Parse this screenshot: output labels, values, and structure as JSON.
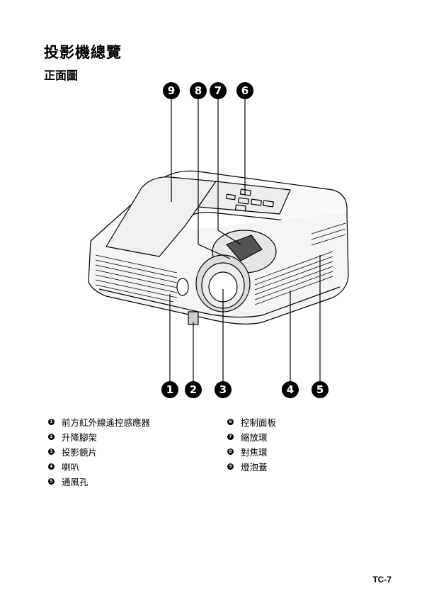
{
  "heading": "投影機總覽",
  "subheading": "正面圖",
  "callouts_top": [
    "9",
    "8",
    "7",
    "6"
  ],
  "callouts_bottom": [
    "1",
    "2",
    "3",
    "4",
    "5"
  ],
  "legend_left": [
    {
      "num": "1",
      "label": "前方紅外線遙控感應器"
    },
    {
      "num": "2",
      "label": "升降腳架"
    },
    {
      "num": "3",
      "label": "投影鏡片"
    },
    {
      "num": "4",
      "label": "喇叭"
    },
    {
      "num": "5",
      "label": "通風孔"
    }
  ],
  "legend_right": [
    {
      "num": "6",
      "label": "控制面板"
    },
    {
      "num": "7",
      "label": "縮放環"
    },
    {
      "num": "8",
      "label": "對焦環"
    },
    {
      "num": "9",
      "label": "燈泡蓋"
    }
  ],
  "page_number": "TC-7"
}
